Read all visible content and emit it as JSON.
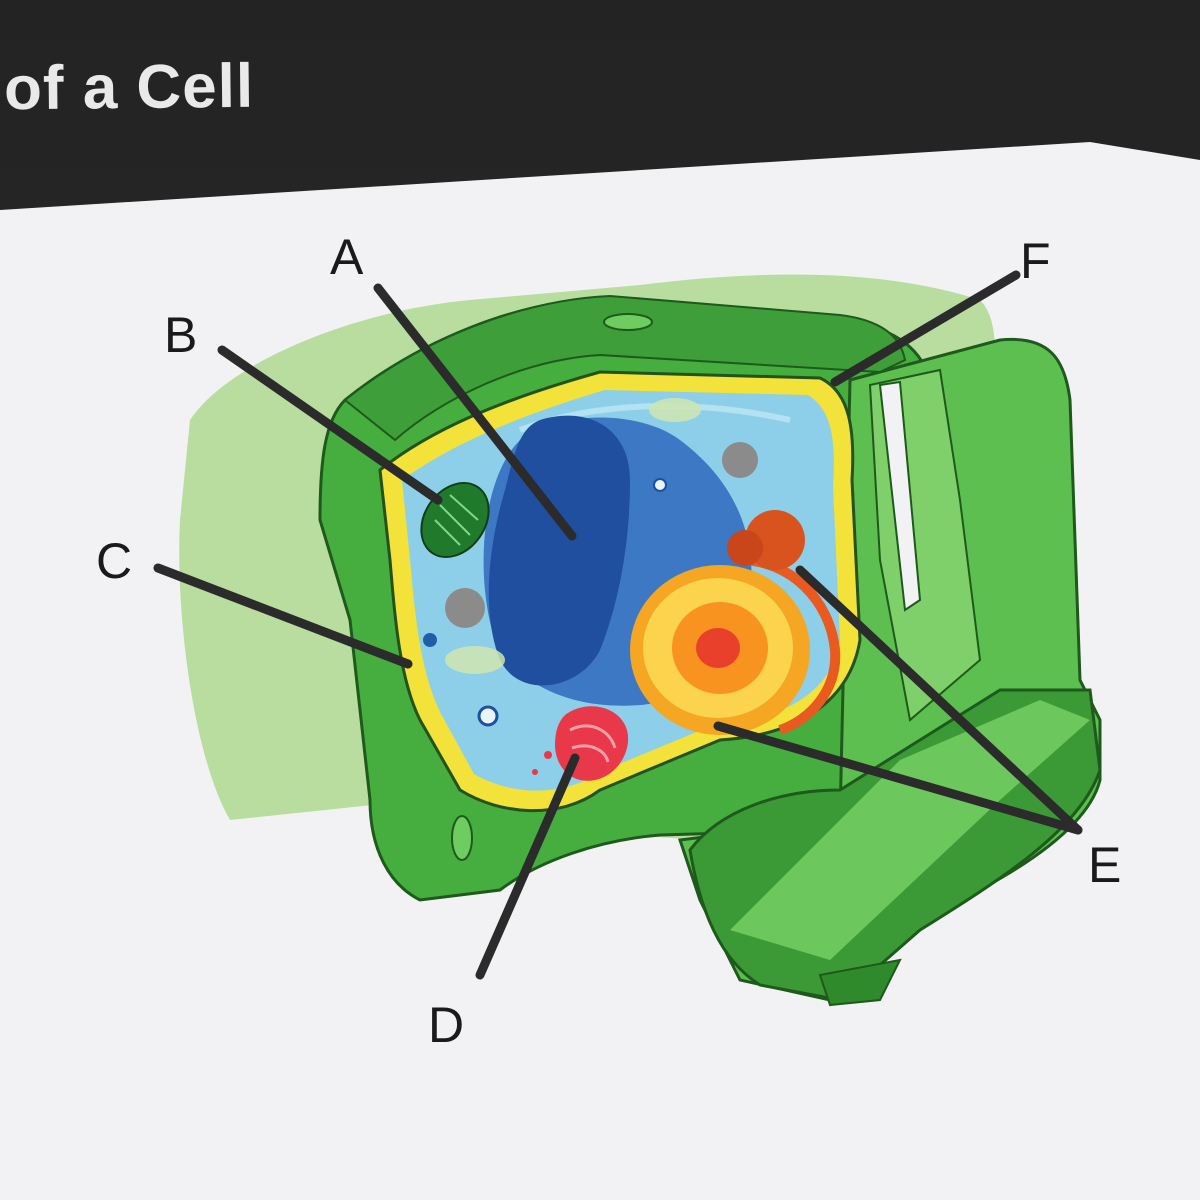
{
  "slide": {
    "title": "of a Cell"
  },
  "diagram": {
    "labels": {
      "a": "A",
      "b": "B",
      "c": "C",
      "d": "D",
      "e": "E",
      "f": "F"
    }
  },
  "colors": {
    "screen_bezel": "#232323",
    "slide_background": "#f3f3f5",
    "cell_wall": "#3fa83a",
    "cell_wall_dark": "#2f8a2c",
    "membrane": "#f2e23a",
    "cytoplasm": "#7fc6e6",
    "nucleus": "#1f4f9e",
    "leader_line": "#2b2b2b"
  }
}
